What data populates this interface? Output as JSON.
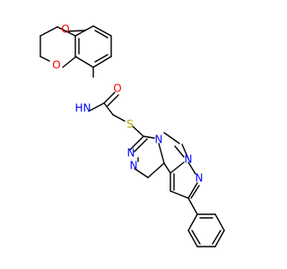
{
  "colors": {
    "carbon": "#000000",
    "oxygen": "#ff0000",
    "nitrogen": "#0000ff",
    "sulfur": "#b2a200",
    "background": "#ffffff"
  },
  "labels": {
    "o_dioxane_top": "O",
    "o_dioxane_bottom": "O",
    "nh": "N",
    "nh_h": "H",
    "o_carbonyl": "O",
    "s": "S",
    "n_triazole_1": "N",
    "n_triazole_2": "N",
    "n_triazole_3": "N",
    "n_fused": "N",
    "n_pyrazole": "N"
  }
}
